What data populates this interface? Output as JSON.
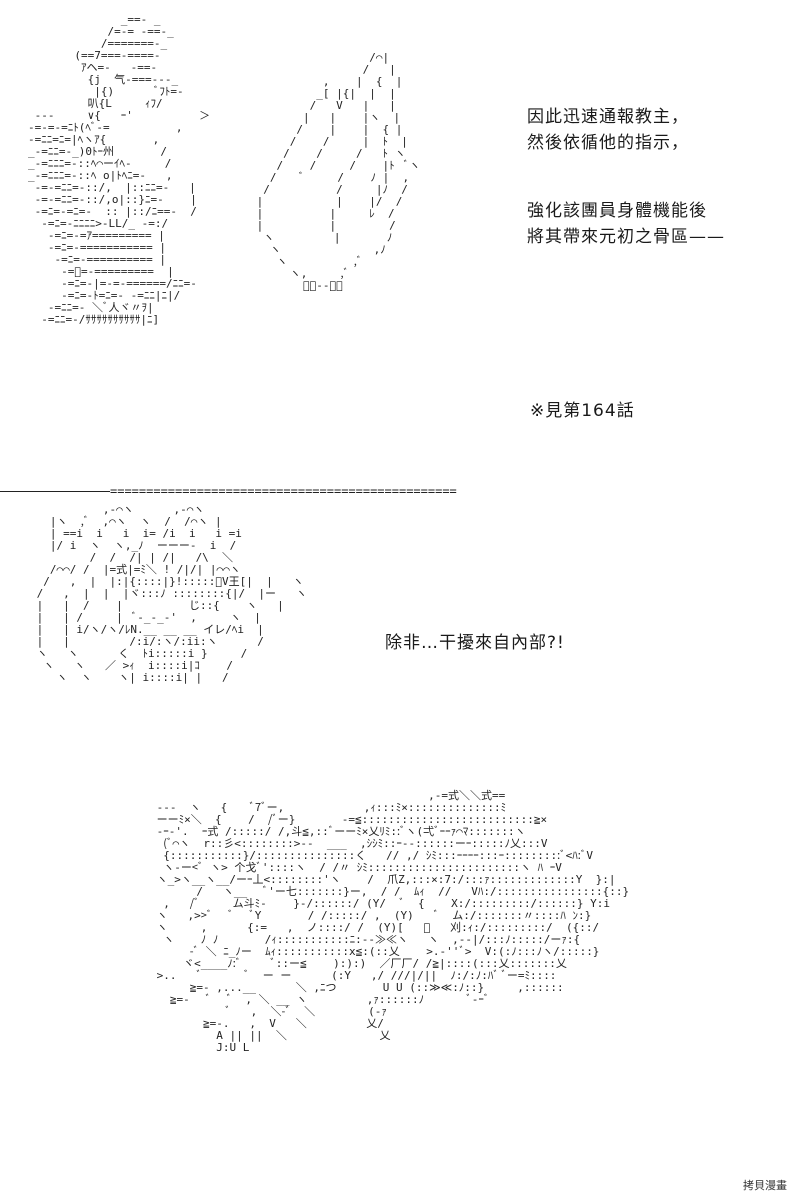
{
  "panel_top": {
    "caption_lines": [
      "因此迅速通報教主，",
      "然後依循他的指示，",
      "強化該團員身體機能後",
      "將其帶來元初之骨區——"
    ],
    "reference_note": "※見第164話"
  },
  "divider": {
    "pattern": "================================================"
  },
  "panel_bottom": {
    "caption": "除非…干擾來自內部?!"
  },
  "watermark": "拷貝漫畫"
}
